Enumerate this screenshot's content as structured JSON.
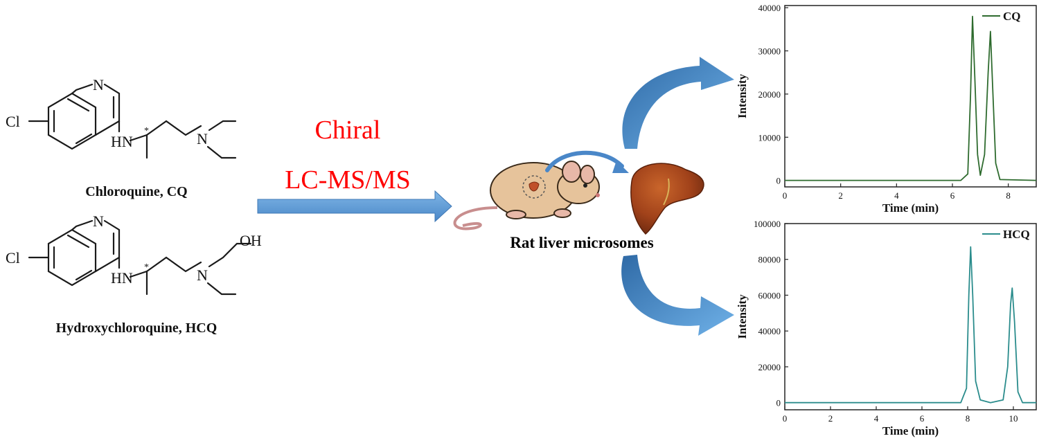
{
  "molecules": {
    "cq": {
      "cl": "Cl",
      "n_ring": "N",
      "hn": "HN",
      "star": "*",
      "n_amine": "N",
      "caption": "Chloroquine, CQ"
    },
    "hcq": {
      "cl": "Cl",
      "n_ring": "N",
      "hn": "HN",
      "star": "*",
      "n_amine": "N",
      "oh": "OH",
      "caption": "Hydroxychloroquine, HCQ"
    }
  },
  "method": {
    "line1": "Chiral",
    "line2": "LC-MS/MS",
    "color": "#ff0000"
  },
  "center": {
    "label": "Rat liver microsomes"
  },
  "colors": {
    "arrow_blue": "#5b9bd5",
    "cq_trace": "#2e6b2e",
    "hcq_trace": "#2a8c8c"
  },
  "chart_data": [
    {
      "type": "line",
      "xlabel": "Time (min)",
      "ylabel": "Intensity",
      "xlim": [
        0,
        9
      ],
      "ylim": [
        -1500,
        40500
      ],
      "xticks": [
        0,
        2,
        4,
        6,
        8
      ],
      "yticks": [
        0,
        10000,
        20000,
        30000,
        40000
      ],
      "series": [
        {
          "name": "CQ",
          "x": [
            0,
            6.3,
            6.55,
            6.65,
            6.72,
            6.8,
            6.9,
            7.0,
            7.15,
            7.28,
            7.36,
            7.45,
            7.55,
            7.7,
            9
          ],
          "y": [
            0,
            0,
            1500,
            20000,
            38000,
            24000,
            6000,
            1200,
            6000,
            25000,
            34500,
            20000,
            4000,
            200,
            0
          ]
        }
      ]
    },
    {
      "type": "line",
      "xlabel": "Time (min)",
      "ylabel": "Intensity",
      "xlim": [
        0,
        11
      ],
      "ylim": [
        -4000,
        100000
      ],
      "xticks": [
        0,
        2,
        4,
        6,
        8,
        10
      ],
      "yticks": [
        0,
        20000,
        40000,
        60000,
        80000,
        100000
      ],
      "series": [
        {
          "name": "HCQ",
          "x": [
            0,
            7.7,
            7.95,
            8.05,
            8.13,
            8.22,
            8.35,
            8.55,
            9.0,
            9.55,
            9.75,
            9.88,
            9.95,
            10.05,
            10.2,
            10.4,
            11
          ],
          "y": [
            0,
            0,
            8000,
            60000,
            87000,
            60000,
            12000,
            1500,
            0,
            1500,
            20000,
            55000,
            64000,
            45000,
            6000,
            0,
            0
          ]
        }
      ]
    }
  ]
}
